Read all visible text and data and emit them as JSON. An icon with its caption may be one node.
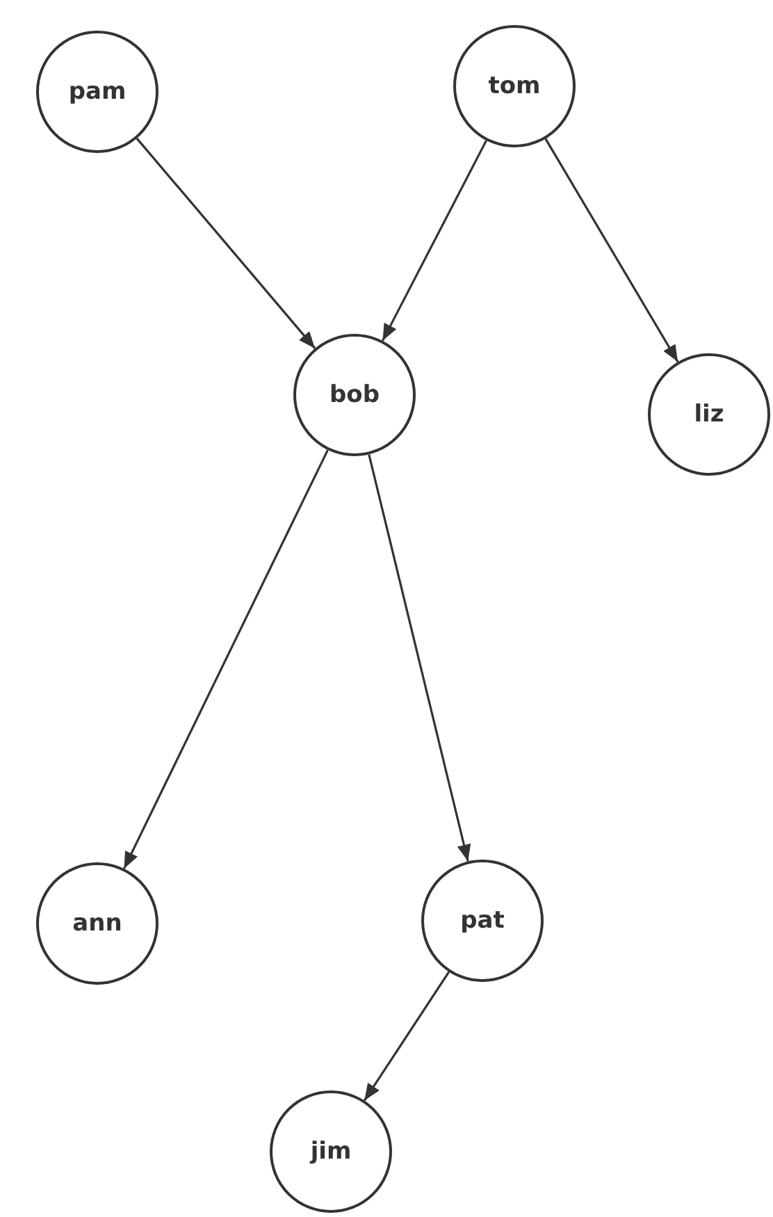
{
  "diagram": {
    "nodes": [
      {
        "text": [
          "pam"
        ]
      },
      {
        "text": [
          "tom"
        ]
      },
      {
        "text": [
          "bob"
        ]
      },
      {
        "text": [
          "liz"
        ]
      },
      {
        "text": [
          "ann"
        ]
      },
      {
        "text": [
          "pat"
        ]
      },
      {
        "text": [
          "jim"
        ]
      }
    ],
    "edges": [
      {
        "from": 0,
        "to": 2,
        "arrow": "to"
      },
      {
        "from": 1,
        "to": 2,
        "arrow": "to"
      },
      {
        "from": 1,
        "to": 3,
        "arrow": "to"
      },
      {
        "from": 2,
        "to": 4,
        "arrow": "to"
      },
      {
        "from": 2,
        "to": 5,
        "arrow": "to"
      },
      {
        "from": 5,
        "to": 6,
        "arrow": "to"
      }
    ]
  }
}
